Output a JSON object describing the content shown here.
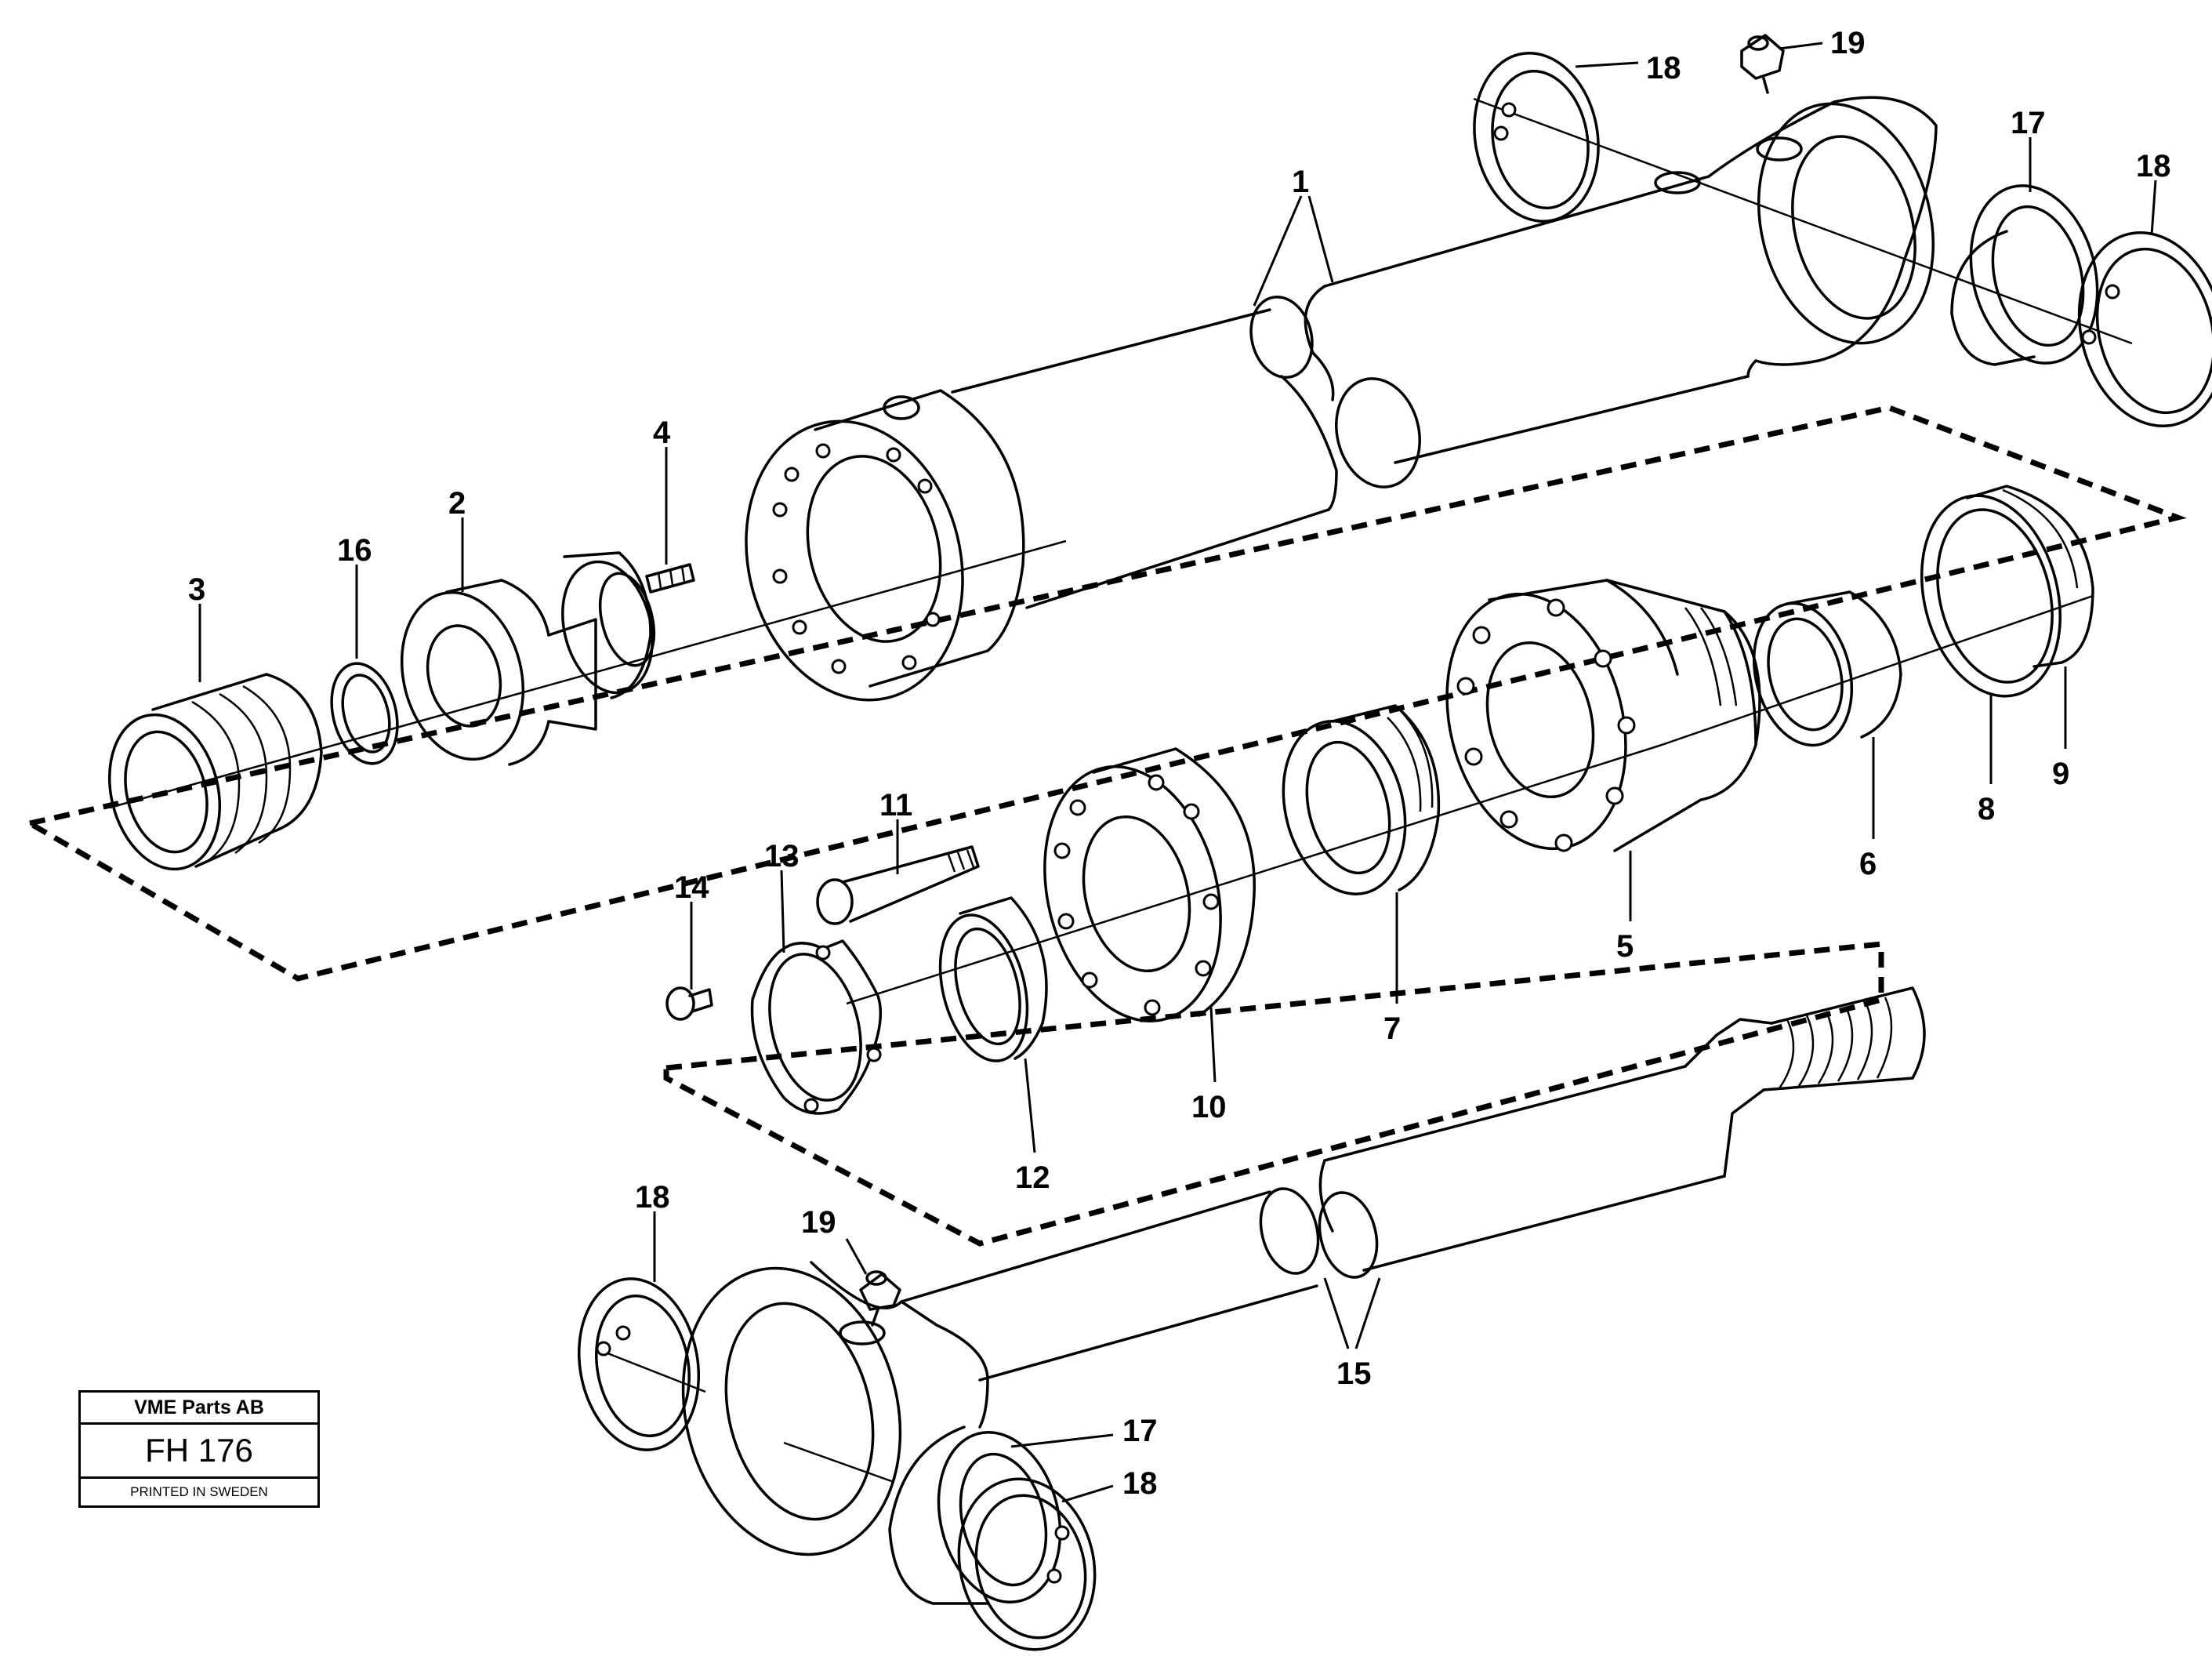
{
  "callouts": {
    "c1": "1",
    "c2": "2",
    "c3": "3",
    "c4": "4",
    "c5": "5",
    "c6": "6",
    "c7": "7",
    "c8": "8",
    "c9": "9",
    "c10": "10",
    "c11": "11",
    "c12": "12",
    "c13": "13",
    "c14": "14",
    "c15": "15",
    "c16": "16",
    "c17a": "17",
    "c17b": "17",
    "c18a": "18",
    "c18b": "18",
    "c18c": "18",
    "c18d": "18",
    "c19a": "19",
    "c19b": "19"
  },
  "title_block": {
    "company": "VME Parts AB",
    "code": "FH 176",
    "printed": "PRINTED IN SWEDEN"
  }
}
